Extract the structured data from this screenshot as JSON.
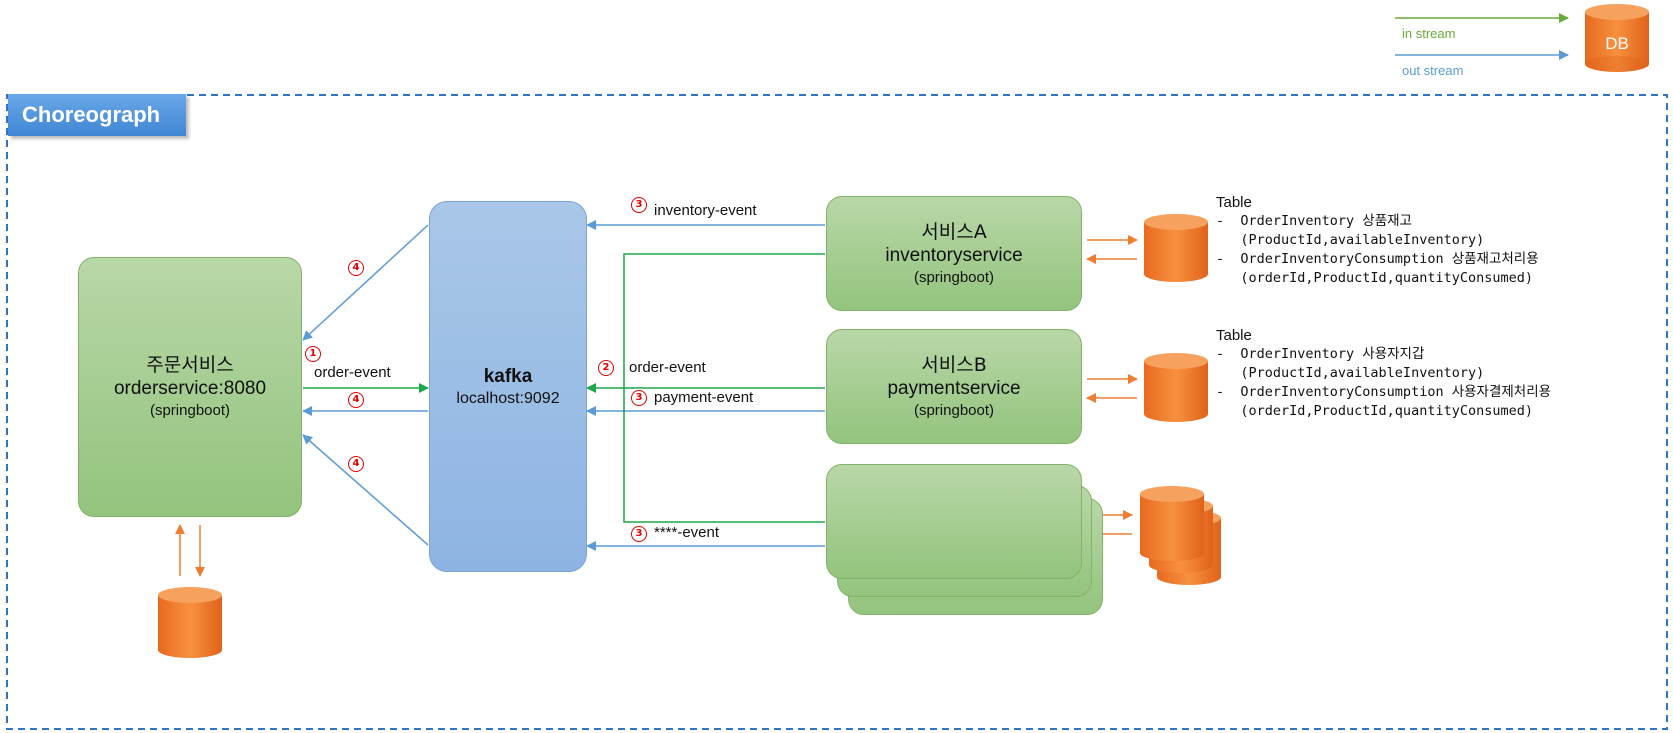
{
  "title": "Choreograph",
  "legend": {
    "in_stream": "in stream",
    "out_stream": "out stream",
    "db": "DB",
    "in_color": "#6aaa3a",
    "out_color": "#5b9bd5"
  },
  "order_service": {
    "title": "주문서비스",
    "name": "orderservice:8080",
    "sub": "(springboot)"
  },
  "kafka": {
    "name": "kafka",
    "host": "localhost:9092"
  },
  "service_a": {
    "title": "서비스A",
    "name": "inventoryservice",
    "sub": "(springboot)"
  },
  "service_b": {
    "title": "서비스B",
    "name": "paymentservice",
    "sub": "(springboot)"
  },
  "events": {
    "order_event_left": "order-event",
    "order_event_right": "order-event",
    "inventory_event": "inventory-event",
    "payment_event": "payment-event",
    "other_event": "****-event"
  },
  "badges": {
    "one": "1",
    "two": "2",
    "three": "3",
    "four": "4"
  },
  "table_a": {
    "title": "Table",
    "rows": [
      "-  OrderInventory 상품재고",
      "   (ProductId,availableInventory)",
      "-  OrderInventoryConsumption 상품재고처리용",
      "   (orderId,ProductId,quantityConsumed)"
    ]
  },
  "table_b": {
    "title": "Table",
    "rows": [
      "-  OrderInventory 사용자지갑",
      "   (ProductId,availableInventory)",
      "-  OrderInventoryConsumption 사용자결제처리용",
      "   (orderId,ProductId,quantityConsumed)"
    ]
  },
  "colors": {
    "green_arrow": "#1ca84a",
    "blue_arrow": "#5b9bd5",
    "orange": "#ed7d31",
    "dash_border": "#2e75c8"
  }
}
